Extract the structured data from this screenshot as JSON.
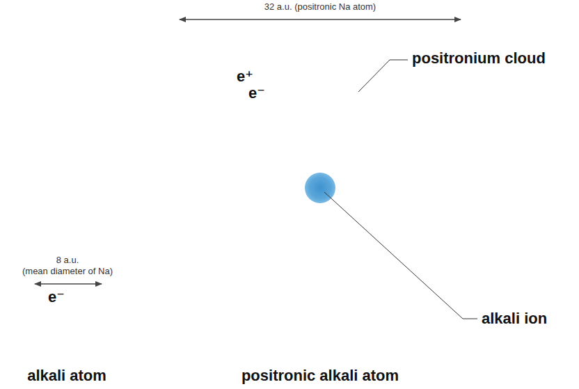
{
  "diagram": {
    "nodes": [
      {
        "text": [
          "e⁺",
          "e⁻"
        ]
      },
      {
        "text": [
          "e⁻"
        ]
      }
    ],
    "labels": [
      "32 a.u. (positronic Na atom)",
      "8 a.u.",
      "(mean diameter of Na)",
      "positronium cloud",
      "alkali ion",
      "alkali atom",
      "positronic alkali atom"
    ]
  }
}
